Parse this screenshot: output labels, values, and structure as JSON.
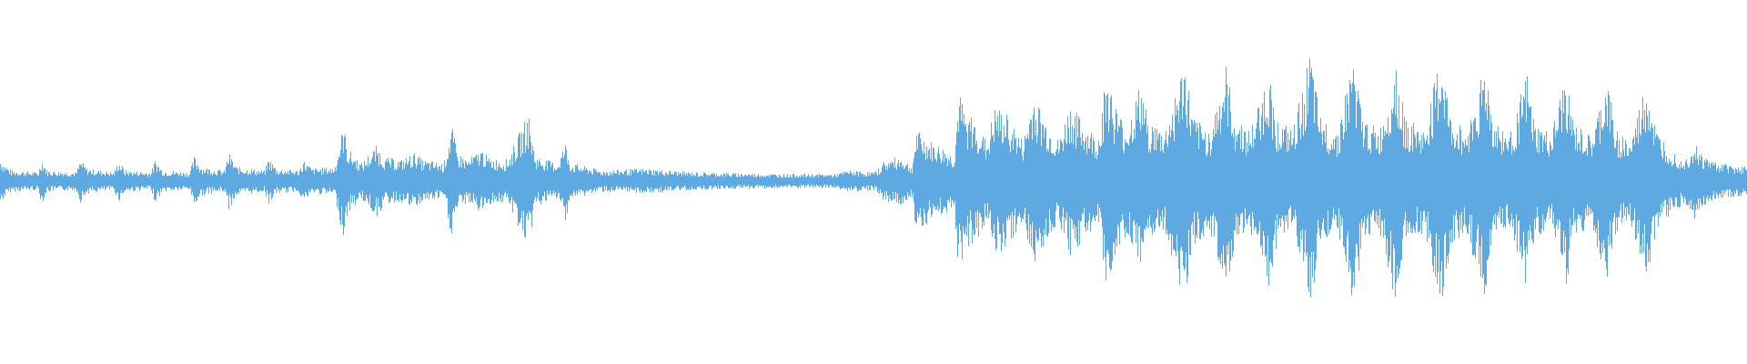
{
  "waveform": {
    "color": "#5fa9e2",
    "background": "#ffffff",
    "source_width": 1568,
    "envelope": [
      [
        0,
        0.13
      ],
      [
        3,
        0.1
      ],
      [
        10,
        0.06
      ],
      [
        34,
        0.05
      ],
      [
        37,
        0.13
      ],
      [
        42,
        0.06
      ],
      [
        68,
        0.05
      ],
      [
        72,
        0.12
      ],
      [
        78,
        0.07
      ],
      [
        102,
        0.05
      ],
      [
        106,
        0.12
      ],
      [
        112,
        0.06
      ],
      [
        135,
        0.05
      ],
      [
        139,
        0.12
      ],
      [
        146,
        0.06
      ],
      [
        170,
        0.05
      ],
      [
        174,
        0.14
      ],
      [
        181,
        0.08
      ],
      [
        201,
        0.06
      ],
      [
        205,
        0.16
      ],
      [
        212,
        0.08
      ],
      [
        237,
        0.06
      ],
      [
        241,
        0.13
      ],
      [
        248,
        0.07
      ],
      [
        268,
        0.06
      ],
      [
        272,
        0.12
      ],
      [
        280,
        0.07
      ],
      [
        300,
        0.08
      ],
      [
        308,
        0.32
      ],
      [
        312,
        0.18
      ],
      [
        318,
        0.14
      ],
      [
        324,
        0.1
      ],
      [
        338,
        0.2
      ],
      [
        345,
        0.13
      ],
      [
        360,
        0.12
      ],
      [
        372,
        0.16
      ],
      [
        378,
        0.12
      ],
      [
        398,
        0.1
      ],
      [
        405,
        0.32
      ],
      [
        410,
        0.16
      ],
      [
        420,
        0.12
      ],
      [
        432,
        0.18
      ],
      [
        438,
        0.13
      ],
      [
        455,
        0.12
      ],
      [
        474,
        0.38
      ],
      [
        480,
        0.14
      ],
      [
        500,
        0.1
      ],
      [
        507,
        0.22
      ],
      [
        512,
        0.1
      ],
      [
        540,
        0.06
      ],
      [
        580,
        0.07
      ],
      [
        620,
        0.05
      ],
      [
        700,
        0.04
      ],
      [
        750,
        0.04
      ],
      [
        760,
        0.06
      ],
      [
        785,
        0.05
      ],
      [
        793,
        0.11
      ],
      [
        808,
        0.14
      ],
      [
        818,
        0.08
      ],
      [
        822,
        0.28
      ],
      [
        835,
        0.22
      ],
      [
        848,
        0.18
      ],
      [
        856,
        0.14
      ],
      [
        860,
        0.5
      ],
      [
        866,
        0.38
      ],
      [
        876,
        0.34
      ],
      [
        885,
        0.22
      ],
      [
        893,
        0.42
      ],
      [
        905,
        0.36
      ],
      [
        918,
        0.22
      ],
      [
        927,
        0.5
      ],
      [
        935,
        0.38
      ],
      [
        950,
        0.22
      ],
      [
        960,
        0.44
      ],
      [
        970,
        0.34
      ],
      [
        985,
        0.24
      ],
      [
        993,
        0.62
      ],
      [
        1000,
        0.44
      ],
      [
        1010,
        0.3
      ],
      [
        1024,
        0.55
      ],
      [
        1030,
        0.34
      ],
      [
        1045,
        0.28
      ],
      [
        1063,
        0.68
      ],
      [
        1070,
        0.36
      ],
      [
        1085,
        0.28
      ],
      [
        1100,
        0.64
      ],
      [
        1108,
        0.36
      ],
      [
        1122,
        0.28
      ],
      [
        1138,
        0.62
      ],
      [
        1146,
        0.34
      ],
      [
        1160,
        0.28
      ],
      [
        1176,
        0.72
      ],
      [
        1184,
        0.36
      ],
      [
        1200,
        0.28
      ],
      [
        1215,
        0.72
      ],
      [
        1222,
        0.36
      ],
      [
        1238,
        0.28
      ],
      [
        1253,
        0.7
      ],
      [
        1260,
        0.36
      ],
      [
        1278,
        0.28
      ],
      [
        1294,
        0.74
      ],
      [
        1301,
        0.36
      ],
      [
        1316,
        0.28
      ],
      [
        1333,
        0.68
      ],
      [
        1340,
        0.34
      ],
      [
        1355,
        0.26
      ],
      [
        1370,
        0.6
      ],
      [
        1377,
        0.32
      ],
      [
        1392,
        0.26
      ],
      [
        1405,
        0.6
      ],
      [
        1412,
        0.32
      ],
      [
        1428,
        0.24
      ],
      [
        1442,
        0.58
      ],
      [
        1449,
        0.3
      ],
      [
        1463,
        0.22
      ],
      [
        1478,
        0.58
      ],
      [
        1486,
        0.28
      ],
      [
        1500,
        0.18
      ],
      [
        1512,
        0.12
      ],
      [
        1520,
        0.22
      ],
      [
        1528,
        0.14
      ],
      [
        1545,
        0.1
      ],
      [
        1556,
        0.09
      ],
      [
        1568,
        0.08
      ]
    ]
  }
}
